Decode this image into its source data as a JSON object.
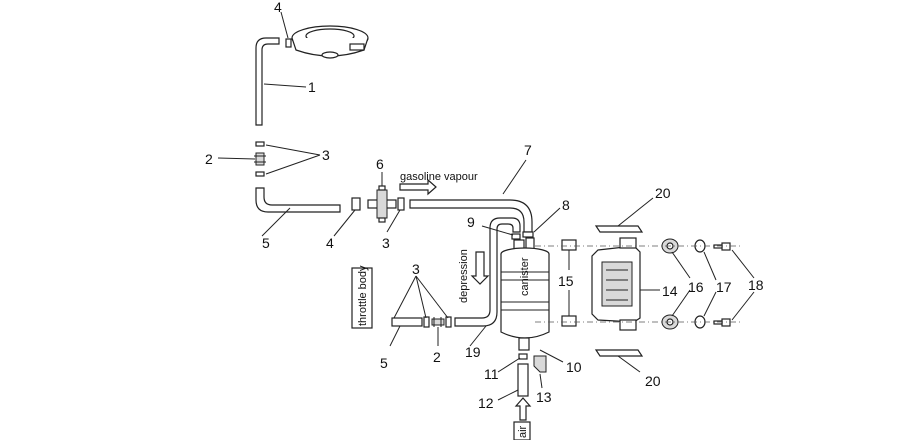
{
  "callouts": [
    "1",
    "2",
    "3",
    "4",
    "5",
    "6",
    "7",
    "8",
    "9",
    "10",
    "11",
    "12",
    "13",
    "14",
    "15",
    "16",
    "17",
    "18",
    "19",
    "20"
  ],
  "labels": {
    "gasoline_vapour": "gasoline vapour",
    "depression": "depression",
    "throttle_body": "throttle body",
    "canister": "canister",
    "air": "air"
  }
}
